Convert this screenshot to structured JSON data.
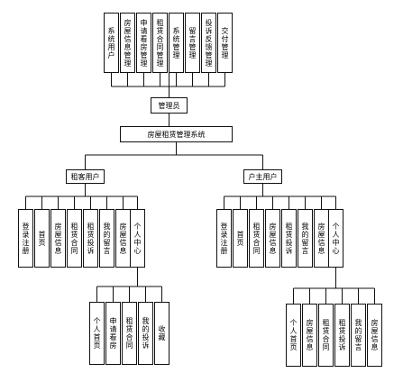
{
  "diagram": {
    "root": "房屋租赁管理系统",
    "admin": {
      "label": "管理员",
      "children": [
        "系统用户",
        "房屋信息管理",
        "申请看房管理",
        "租赁合同管理",
        "系统管理",
        "留言管理",
        "投诉反馈管理",
        "交付管理"
      ]
    },
    "tenant": {
      "label": "租客用户",
      "children": [
        "登录注册",
        "首页",
        "房屋信息",
        "租赁合同",
        "租赁投诉",
        "我的留言",
        "房屋信息",
        "个人中心"
      ],
      "personal_center": [
        "个人首页",
        "申请看房",
        "租赁合同",
        "我的投诉",
        "收藏"
      ]
    },
    "owner": {
      "label": "户主用户",
      "children": [
        "登录注册",
        "首页",
        "租赁合同",
        "房屋信息",
        "租赁投诉",
        "我的留言",
        "房屋信息",
        "个人中心"
      ],
      "personal_center": [
        "个人首页",
        "房屋信息",
        "租赁合同",
        "租赁投诉",
        "我的留言",
        "房屋信息"
      ]
    }
  }
}
